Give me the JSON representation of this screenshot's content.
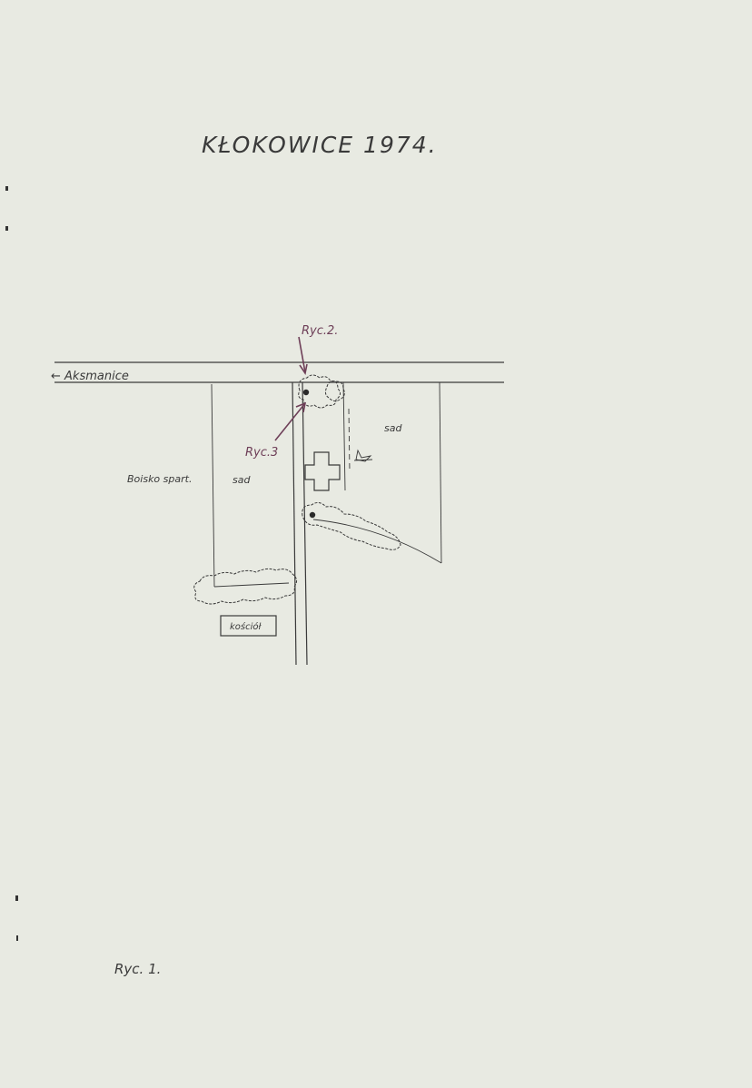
{
  "title": "KŁOKOWICE 1974.",
  "labels": {
    "road_direction": "← Aksmanice",
    "sports_field": "Boisko spart.",
    "orchard_left": "sad",
    "orchard_right": "sad",
    "church": "kościół",
    "figure_caption": "Ryc. 1."
  },
  "callouts": {
    "fig2": "Ryc.2.",
    "fig3": "Ryc.3"
  },
  "colors": {
    "paper": "#e8eae2",
    "ink": "#3a3a3a",
    "annotation_ink": "#6e3f58"
  }
}
